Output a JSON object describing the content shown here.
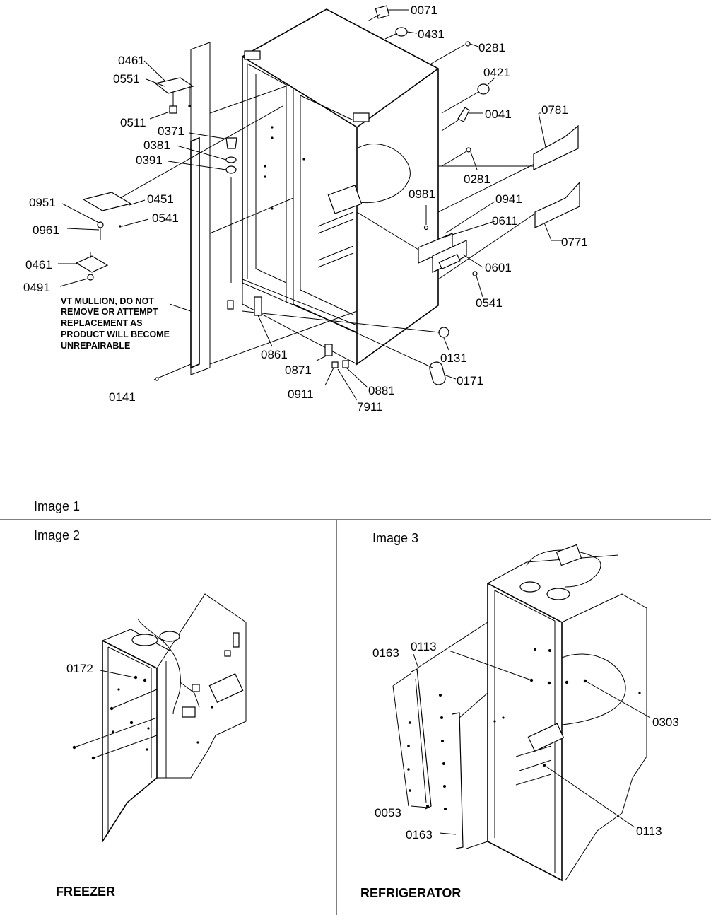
{
  "diagram": {
    "images": [
      {
        "caption": "Image 1"
      },
      {
        "caption": "Image 2",
        "section": "FREEZER"
      },
      {
        "caption": "Image 3",
        "section": "REFRIGERATOR"
      }
    ],
    "note_lines": [
      "VT MULLION, DO NOT",
      "REMOVE OR ATTEMPT",
      "REPLACEMENT AS",
      "PRODUCT WILL BECOME",
      "UNREPAIRABLE"
    ],
    "parts": {
      "p0071": "0071",
      "p0431": "0431",
      "p0281a": "0281",
      "p0421": "0421",
      "p0041": "0041",
      "p0781": "0781",
      "p0281b": "0281",
      "p0461a": "0461",
      "p0551": "0551",
      "p0511": "0511",
      "p0371": "0371",
      "p0381": "0381",
      "p0391": "0391",
      "p0451": "0451",
      "p0951": "0951",
      "p0541a": "0541",
      "p0961": "0961",
      "p0461b": "0461",
      "p0491": "0491",
      "p0981": "0981",
      "p0941": "0941",
      "p0611": "0611",
      "p0771": "0771",
      "p0601": "0601",
      "p0541b": "0541",
      "p0131": "0131",
      "p0861": "0861",
      "p0871": "0871",
      "p0171": "0171",
      "p0881": "0881",
      "p0911": "0911",
      "p7911": "7911",
      "p0141": "0141",
      "p0172": "0172",
      "p0163a": "0163",
      "p0113a": "0113",
      "p0303": "0303",
      "p0053": "0053",
      "p0163b": "0163",
      "p0113b": "0113"
    }
  }
}
